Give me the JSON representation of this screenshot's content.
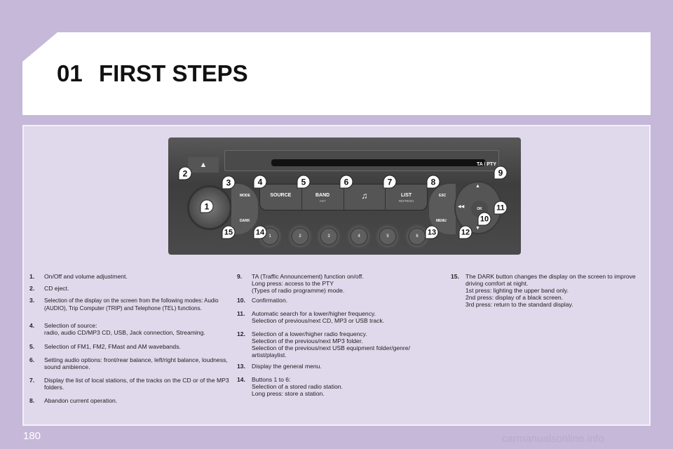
{
  "header": {
    "chapter": "01",
    "title": "FIRST STEPS"
  },
  "radio": {
    "eject": "▲",
    "ta_pty": "TA / PTY",
    "mode": "MODE",
    "dark": "DARK",
    "source": "SOURCE",
    "band": "BAND",
    "band_sub": "AST",
    "music": "♫",
    "list": "LIST",
    "list_sub": "REFRESH",
    "esc": "ESC",
    "menu": "MENU",
    "ok": "OK",
    "rewind": "◀◀",
    "up": "▲",
    "down": "▼",
    "presets": [
      "1",
      "2",
      "3",
      "4",
      "5",
      "6"
    ],
    "markers": [
      "1",
      "2",
      "3",
      "4",
      "5",
      "6",
      "7",
      "8",
      "9",
      "10",
      "11",
      "12",
      "13",
      "14",
      "15"
    ]
  },
  "items": [
    {
      "n": "1.",
      "t": "On/Off and volume adjustment."
    },
    {
      "n": "2.",
      "t": "CD eject."
    },
    {
      "n": "3.",
      "t": "Selection of the display on the screen from the following modes: Audio (AUDIO), Trip Computer (TRIP) and Telephone (TEL) functions."
    },
    {
      "n": "4.",
      "t": "Selection of source:\nradio, audio CD/MP3 CD, USB, Jack connection, Streaming."
    },
    {
      "n": "5.",
      "t": "Selection of FM1, FM2, FMast and AM wavebands."
    },
    {
      "n": "6.",
      "t": "Setting audio options: front/rear balance, left/right balance, loudness, sound ambience."
    },
    {
      "n": "7.",
      "t": "Display the list of local stations, of the tracks on the CD or of the MP3 folders."
    },
    {
      "n": "8.",
      "t": "Abandon current operation."
    },
    {
      "n": "9.",
      "t": "TA (Traffic Announcement) function on/off.\nLong press: access to the PTY\n(Types of radio programme) mode."
    },
    {
      "n": "10.",
      "t": "Confirmation."
    },
    {
      "n": "11.",
      "t": "Automatic search for a lower/higher frequency.\nSelection of previous/next CD, MP3 or USB track."
    },
    {
      "n": "12.",
      "t": "Selection of a lower/higher radio frequency.\nSelection of the previous/next MP3 folder.\nSelection of the previous/next USB equipment folder/genre/ artist/playlist."
    },
    {
      "n": "13.",
      "t": "Display the general menu."
    },
    {
      "n": "14.",
      "t": "Buttons 1 to 6:\nSelection of a stored radio station.\nLong press: store a station."
    },
    {
      "n": "15.",
      "t": "The DARK button changes the display on the screen to improve driving comfort at night.\n1st press: lighting the upper band only.\n2nd press: display of a black screen.\n3rd press: return to the standard display."
    }
  ],
  "page_number": "180",
  "watermark": "carmanualsonline.info"
}
